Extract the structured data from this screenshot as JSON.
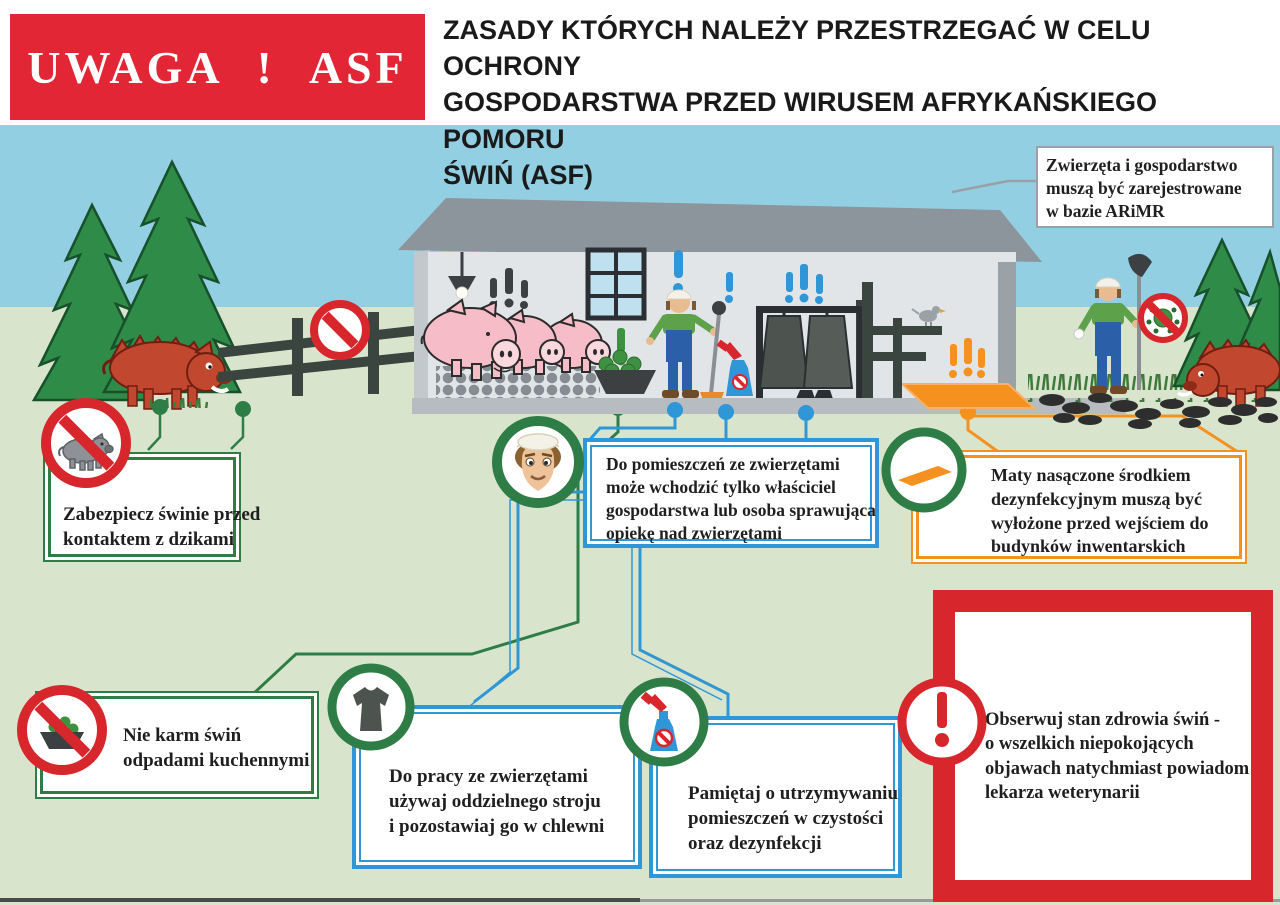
{
  "header": {
    "banner": "UWAGA ! ASF",
    "title": "ZASADY KTÓRYCH NALEŻY PRZESTRZEGAĆ W CELU OCHRONY\nGOSPODARSTWA PRZED WIRUSEM AFRYKAŃSKIEGO POMORU\nŚWIŃ (ASF)"
  },
  "callouts": {
    "register": "Zwierzęta i gospodarstwo\nmuszą być zarejestrowane\nw bazie ARiMR",
    "wild_boars": "Zabezpiecz świnie przed\nkontaktem z dzikami",
    "entry": "Do pomieszczeń ze zwierzętami\nmoże wchodzić tylko właściciel\ngospodarstwa lub osoba sprawująca\nopiekę nad zwierzętami",
    "mats": "Maty nasączone środkiem\ndezynfekcyjnym muszą być\nwyłożone przed wejściem do\nbudynków inwentarskich",
    "kitchen_waste": "Nie karm świń\nodpadami kuchennymi",
    "clothing": "Do pracy ze zwierzętami\nużywaj oddzielnego stroju\ni pozostawiaj go w chlewni",
    "cleaning": "Pamiętaj o utrzymywaniu\npomieszczeń w czystości\noraz dezynfekcji",
    "vet": "Obserwuj stan zdrowia świń -\no wszelkich niepokojących\nobjawach natychmiast powiadom\nlekarza weterynarii"
  },
  "icons": {
    "no_wild_boar": "no-wild-boar-pig-icon",
    "farmer_face": "farmer-face-icon",
    "disinfection_mat": "disinfection-mat-icon",
    "no_kitchen_waste": "no-kitchen-waste-icon",
    "work_clothes": "work-clothes-tshirt-icon",
    "spray": "spray-disinfectant-icon",
    "alert": "alert-exclamation-icon",
    "no_entry": "no-entry-sign",
    "no_virus": "no-virus-sign"
  },
  "colors": {
    "alert_red": "#e32636",
    "prohibition_red": "#d7262c",
    "green": "#2e7d46",
    "blue": "#2f96d8",
    "orange": "#f5911e",
    "sky": "#92cfe3",
    "grass": "#d8e5cc"
  }
}
